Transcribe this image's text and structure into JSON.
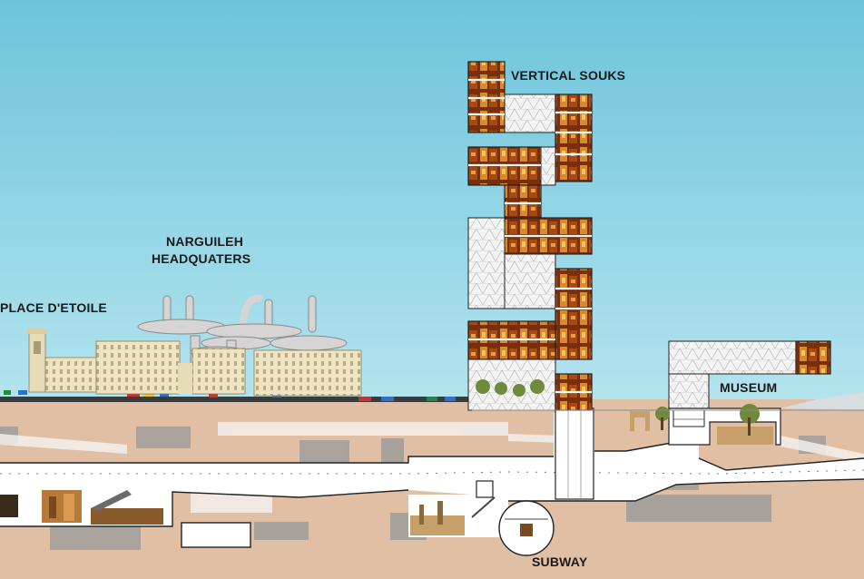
{
  "labels": {
    "vertical_souks": "VERTICAL SOUKS",
    "narguileh_line1": "NARGUILEH",
    "narguileh_line2": "HEADQUATERS",
    "place_etoile": "PLACE D'ETOILE",
    "museum": "MUSEUM",
    "subway": "SUBWAY"
  },
  "colors": {
    "sky_top": "#6cc4dc",
    "sky_bottom": "#b2e3ee",
    "earth": "#e0bfa4",
    "tunnel": "#ffffff",
    "building_cream": "#efe4c2",
    "souk_interior": "#b8641c",
    "lattice": "#f1f1f1",
    "shadow": "#9a9a9a"
  }
}
